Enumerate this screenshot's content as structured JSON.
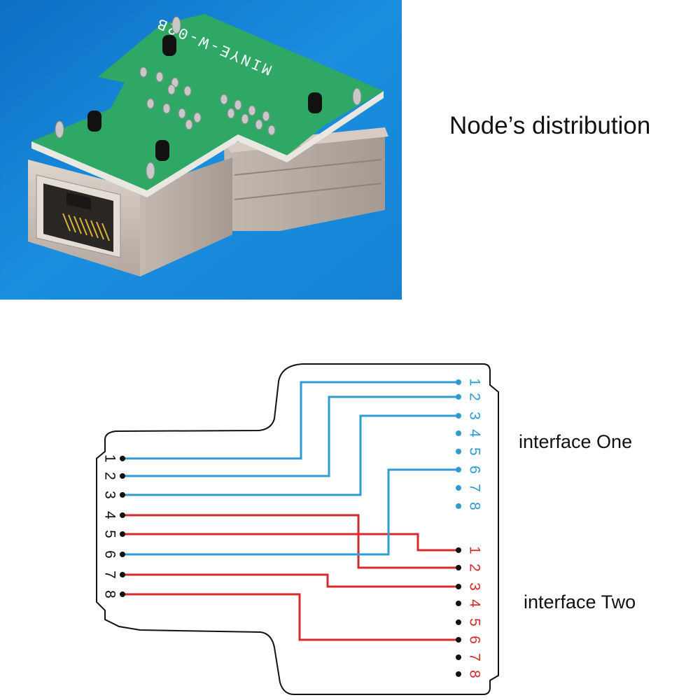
{
  "heading": "Node’s distribution",
  "interface_one_label": "interface One",
  "interface_two_label": "interface Two",
  "board_silkscreen": "MINYE-W-02B",
  "colors": {
    "photo_background": "#1b8ede",
    "pcb_green": "#2fa866",
    "metal_shell": "#c9beb5",
    "wire_blue": "#2e9bd1",
    "wire_red": "#d62b2b",
    "outline": "#111111"
  },
  "connections": [
    {
      "from_pin": "1",
      "to_interface": "One",
      "to_pin": "1",
      "color": "blue"
    },
    {
      "from_pin": "2",
      "to_interface": "One",
      "to_pin": "2",
      "color": "blue"
    },
    {
      "from_pin": "3",
      "to_interface": "One",
      "to_pin": "3",
      "color": "blue"
    },
    {
      "from_pin": "4",
      "to_interface": "Two",
      "to_pin": "2",
      "color": "red"
    },
    {
      "from_pin": "5",
      "to_interface": "Two",
      "to_pin": "1",
      "color": "red"
    },
    {
      "from_pin": "6",
      "to_interface": "One",
      "to_pin": "6",
      "color": "blue"
    },
    {
      "from_pin": "7",
      "to_interface": "Two",
      "to_pin": "3",
      "color": "red"
    },
    {
      "from_pin": "8",
      "to_interface": "Two",
      "to_pin": "6",
      "color": "red"
    }
  ],
  "pin_labels": {
    "input": [
      "1",
      "2",
      "3",
      "4",
      "5",
      "6",
      "7",
      "8"
    ],
    "interface_one": [
      "1",
      "2",
      "3",
      "4",
      "5",
      "6",
      "7",
      "8"
    ],
    "interface_two": [
      "1",
      "2",
      "3",
      "4",
      "5",
      "6",
      "7",
      "8"
    ]
  }
}
